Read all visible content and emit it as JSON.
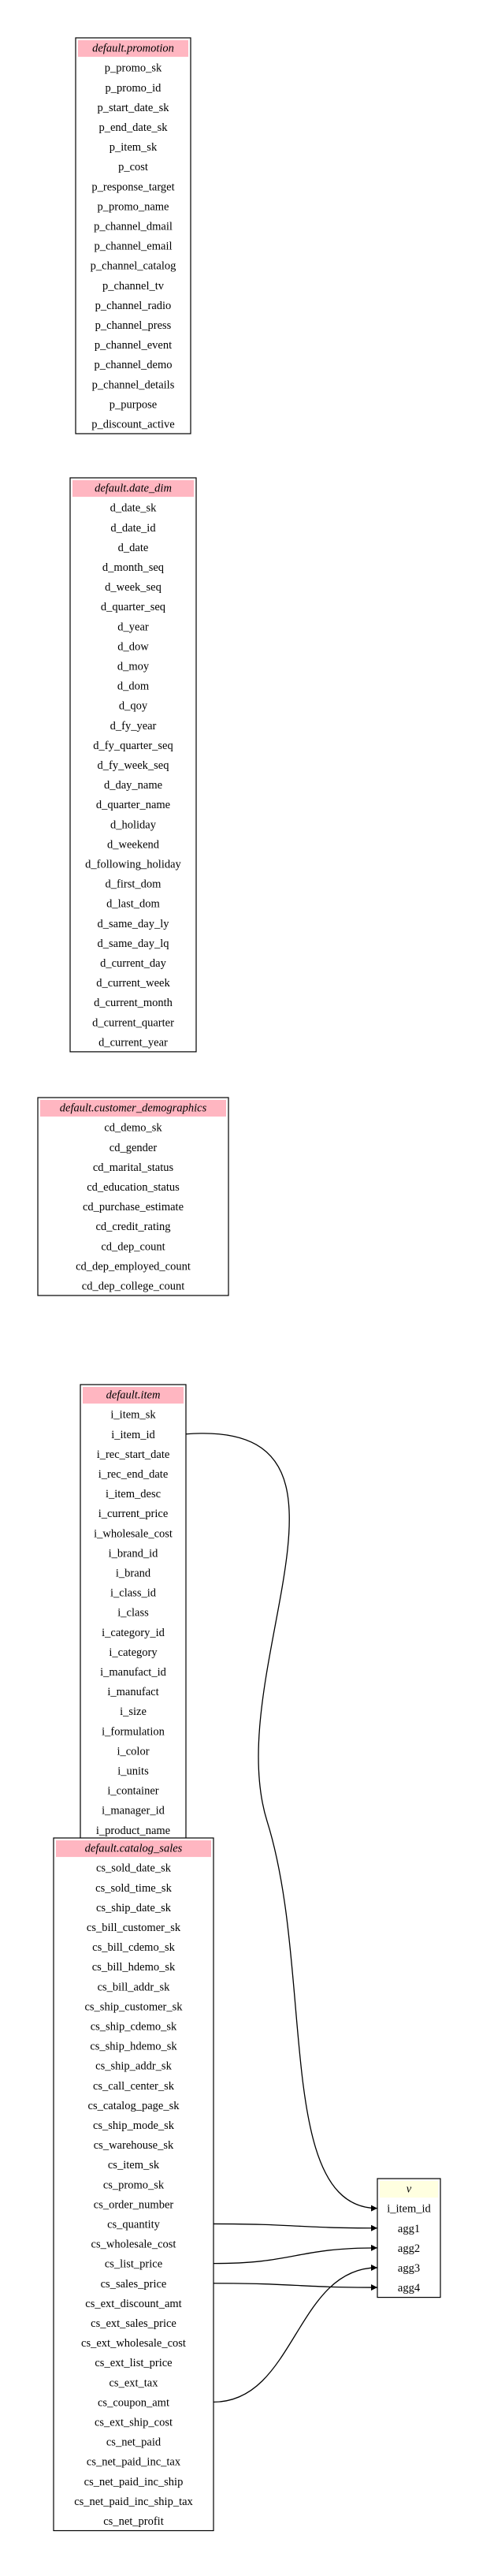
{
  "colors": {
    "table_header_fill": "#ffb6c1",
    "result_header_fill": "#ffffe0",
    "line": "#000000",
    "background": "#ffffff"
  },
  "tables": [
    {
      "name": "default.promotion",
      "fields": [
        "p_promo_sk",
        "p_promo_id",
        "p_start_date_sk",
        "p_end_date_sk",
        "p_item_sk",
        "p_cost",
        "p_response_target",
        "p_promo_name",
        "p_channel_dmail",
        "p_channel_email",
        "p_channel_catalog",
        "p_channel_tv",
        "p_channel_radio",
        "p_channel_press",
        "p_channel_event",
        "p_channel_demo",
        "p_channel_details",
        "p_purpose",
        "p_discount_active"
      ]
    },
    {
      "name": "default.date_dim",
      "fields": [
        "d_date_sk",
        "d_date_id",
        "d_date",
        "d_month_seq",
        "d_week_seq",
        "d_quarter_seq",
        "d_year",
        "d_dow",
        "d_moy",
        "d_dom",
        "d_qoy",
        "d_fy_year",
        "d_fy_quarter_seq",
        "d_fy_week_seq",
        "d_day_name",
        "d_quarter_name",
        "d_holiday",
        "d_weekend",
        "d_following_holiday",
        "d_first_dom",
        "d_last_dom",
        "d_same_day_ly",
        "d_same_day_lq",
        "d_current_day",
        "d_current_week",
        "d_current_month",
        "d_current_quarter",
        "d_current_year"
      ]
    },
    {
      "name": "default.customer_demographics",
      "fields": [
        "cd_demo_sk",
        "cd_gender",
        "cd_marital_status",
        "cd_education_status",
        "cd_purchase_estimate",
        "cd_credit_rating",
        "cd_dep_count",
        "cd_dep_employed_count",
        "cd_dep_college_count"
      ]
    },
    {
      "name": "default.item",
      "fields": [
        "i_item_sk",
        "i_item_id",
        "i_rec_start_date",
        "i_rec_end_date",
        "i_item_desc",
        "i_current_price",
        "i_wholesale_cost",
        "i_brand_id",
        "i_brand",
        "i_class_id",
        "i_class",
        "i_category_id",
        "i_category",
        "i_manufact_id",
        "i_manufact",
        "i_size",
        "i_formulation",
        "i_color",
        "i_units",
        "i_container",
        "i_manager_id",
        "i_product_name"
      ]
    },
    {
      "name": "default.catalog_sales",
      "fields": [
        "cs_sold_date_sk",
        "cs_sold_time_sk",
        "cs_ship_date_sk",
        "cs_bill_customer_sk",
        "cs_bill_cdemo_sk",
        "cs_bill_hdemo_sk",
        "cs_bill_addr_sk",
        "cs_ship_customer_sk",
        "cs_ship_cdemo_sk",
        "cs_ship_hdemo_sk",
        "cs_ship_addr_sk",
        "cs_call_center_sk",
        "cs_catalog_page_sk",
        "cs_ship_mode_sk",
        "cs_warehouse_sk",
        "cs_item_sk",
        "cs_promo_sk",
        "cs_order_number",
        "cs_quantity",
        "cs_wholesale_cost",
        "cs_list_price",
        "cs_sales_price",
        "cs_ext_discount_amt",
        "cs_ext_sales_price",
        "cs_ext_wholesale_cost",
        "cs_ext_list_price",
        "cs_ext_tax",
        "cs_coupon_amt",
        "cs_ext_ship_cost",
        "cs_net_paid",
        "cs_net_paid_inc_tax",
        "cs_net_paid_inc_ship",
        "cs_net_paid_inc_ship_tax",
        "cs_net_profit"
      ]
    }
  ],
  "result": {
    "name": "v",
    "fields": [
      "i_item_id",
      "agg1",
      "agg2",
      "agg3",
      "agg4"
    ]
  },
  "edges": [
    {
      "from_table": "default.item",
      "from_field": "i_item_id",
      "to_field": "i_item_id"
    },
    {
      "from_table": "default.catalog_sales",
      "from_field": "cs_quantity",
      "to_field": "agg1"
    },
    {
      "from_table": "default.catalog_sales",
      "from_field": "cs_list_price",
      "to_field": "agg2"
    },
    {
      "from_table": "default.catalog_sales",
      "from_field": "cs_sales_price",
      "to_field": "agg4"
    },
    {
      "from_table": "default.catalog_sales",
      "from_field": "cs_coupon_amt",
      "to_field": "agg3"
    }
  ]
}
